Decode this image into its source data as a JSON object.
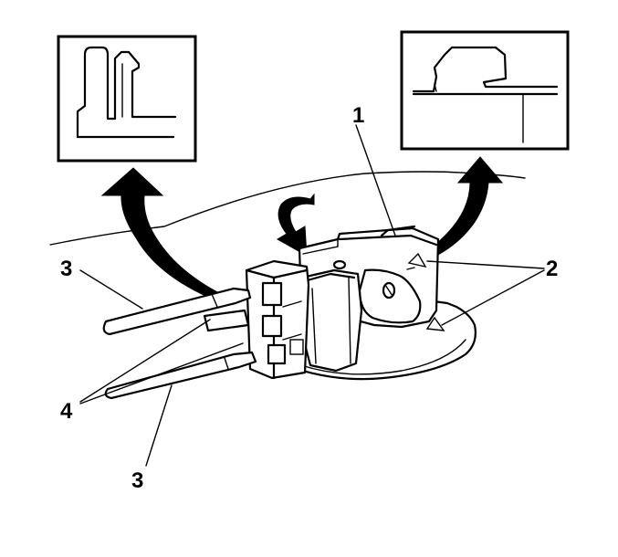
{
  "callouts": {
    "c1": "1",
    "c2": "2",
    "c3_top": "3",
    "c3_bottom": "3",
    "c4": "4"
  }
}
